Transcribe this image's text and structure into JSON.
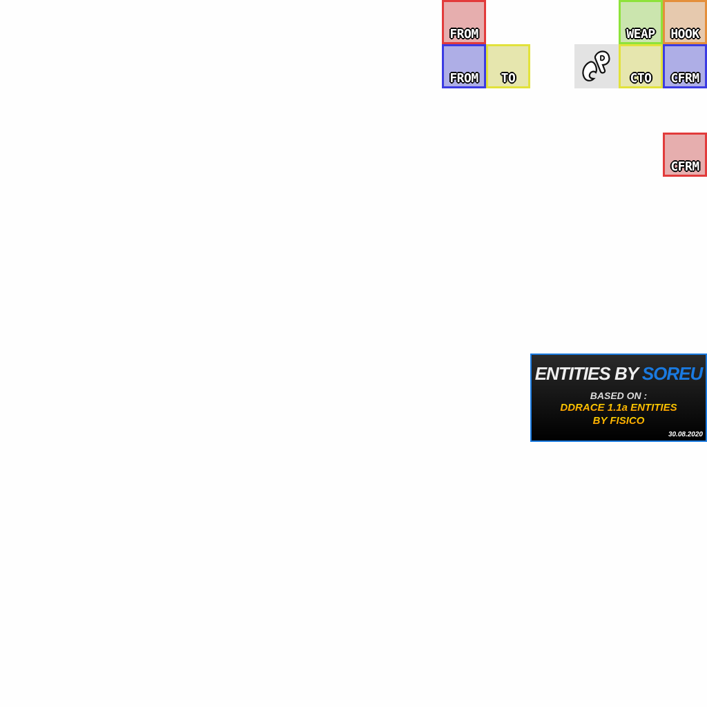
{
  "tiles": {
    "from_red": "FROM",
    "weap": "WEAP",
    "hook": "HOOK",
    "from_blue": "FROM",
    "to": "TO",
    "cp": "CP",
    "cto": "CTO",
    "cfrm_blue": "CFRM",
    "cfrm_red": "CFRM"
  },
  "banner": {
    "title": "ENTITIES BY",
    "author": "SOREU",
    "based_on": "BASED ON :",
    "line1": "DDRACE 1.1a ENTITIES",
    "line2": "BY FISICO",
    "date": "30.08.2020"
  }
}
